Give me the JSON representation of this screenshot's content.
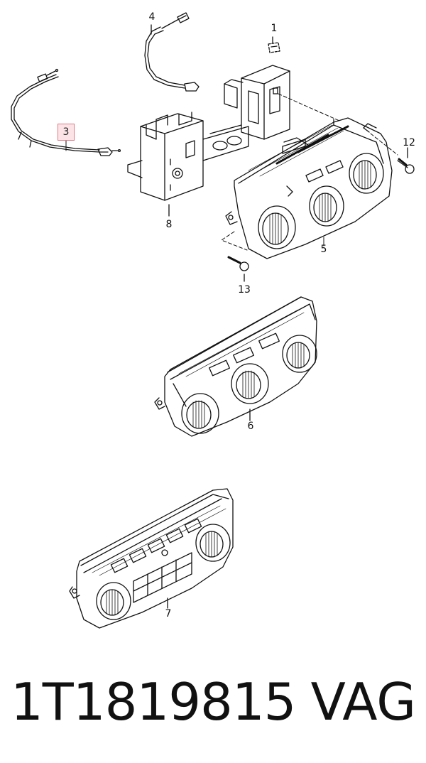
{
  "callouts": {
    "c1": "1",
    "c3": "3",
    "c4": "4",
    "c5": "5",
    "c6": "6",
    "c7": "7",
    "c8": "8",
    "c12": "12",
    "c13": "13"
  },
  "highlight_color": "#fbe3e6",
  "highlight_border": "#e07a86",
  "footer": {
    "part_number": "1T1819815",
    "brand": "VAG"
  }
}
